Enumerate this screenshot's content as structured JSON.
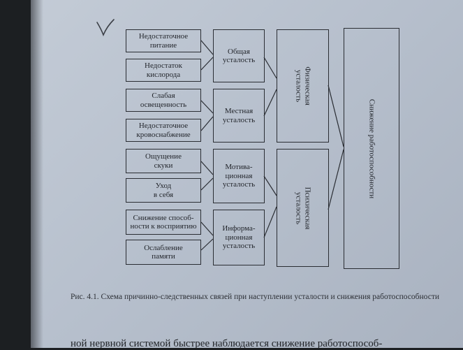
{
  "diagram": {
    "causes": [
      "Недостаточное\nпитание",
      "Недостаток\nкислорода",
      "Слабая\nосвещенность",
      "Недостаточное\nкровоснабжение",
      "Ощущение\nскуки",
      "Уход\nв себя",
      "Снижение способ-\nности к восприятию",
      "Ослабление\nпамяти"
    ],
    "fatigue_types": [
      "Общая\nусталость",
      "Местная\nусталость",
      "Мотива-\nционная\nусталость",
      "Информа-\nционная\nусталость"
    ],
    "categories": [
      "Физическая\nусталость",
      "Психическая\nусталость"
    ],
    "result": "Снижение работоспособности"
  },
  "caption": "Рис. 4.1. Схема причинно-следственных связей при наступлении усталости и снижения работоспособности",
  "bottom_text": "ной нервной системой быстрее наблюдается снижение работоспособ-"
}
